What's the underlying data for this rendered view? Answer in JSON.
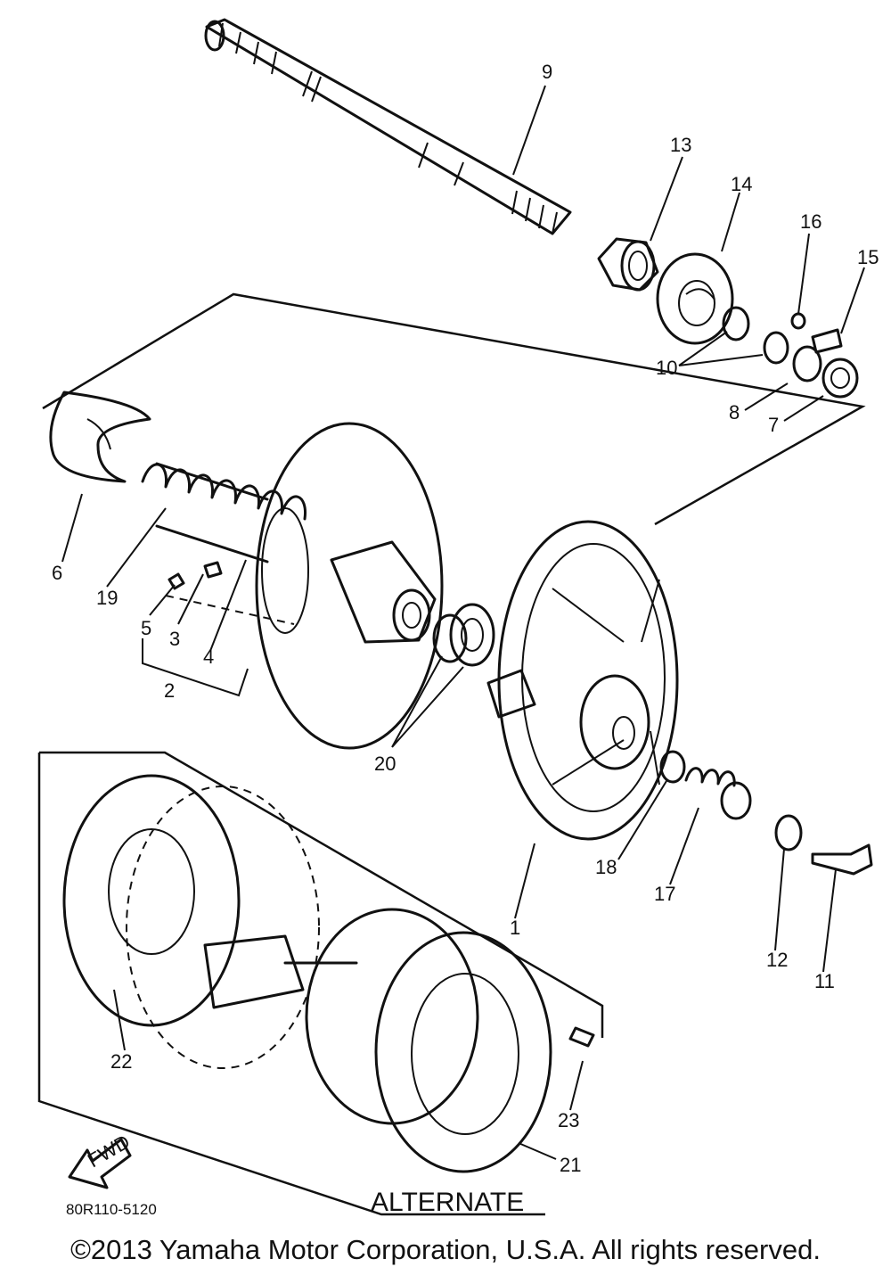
{
  "diagram": {
    "callouts": [
      "1",
      "2",
      "3",
      "4",
      "5",
      "6",
      "7",
      "8",
      "9",
      "10",
      "11",
      "12",
      "13",
      "14",
      "15",
      "16",
      "17",
      "18",
      "19",
      "20",
      "21",
      "22",
      "23"
    ],
    "alternate_label": "ALTERNATE",
    "fwd_label": "FWD",
    "part_code": "80R110-5120"
  },
  "footer": {
    "copyright": "©2013 Yamaha Motor Corporation, U.S.A. All rights reserved."
  }
}
